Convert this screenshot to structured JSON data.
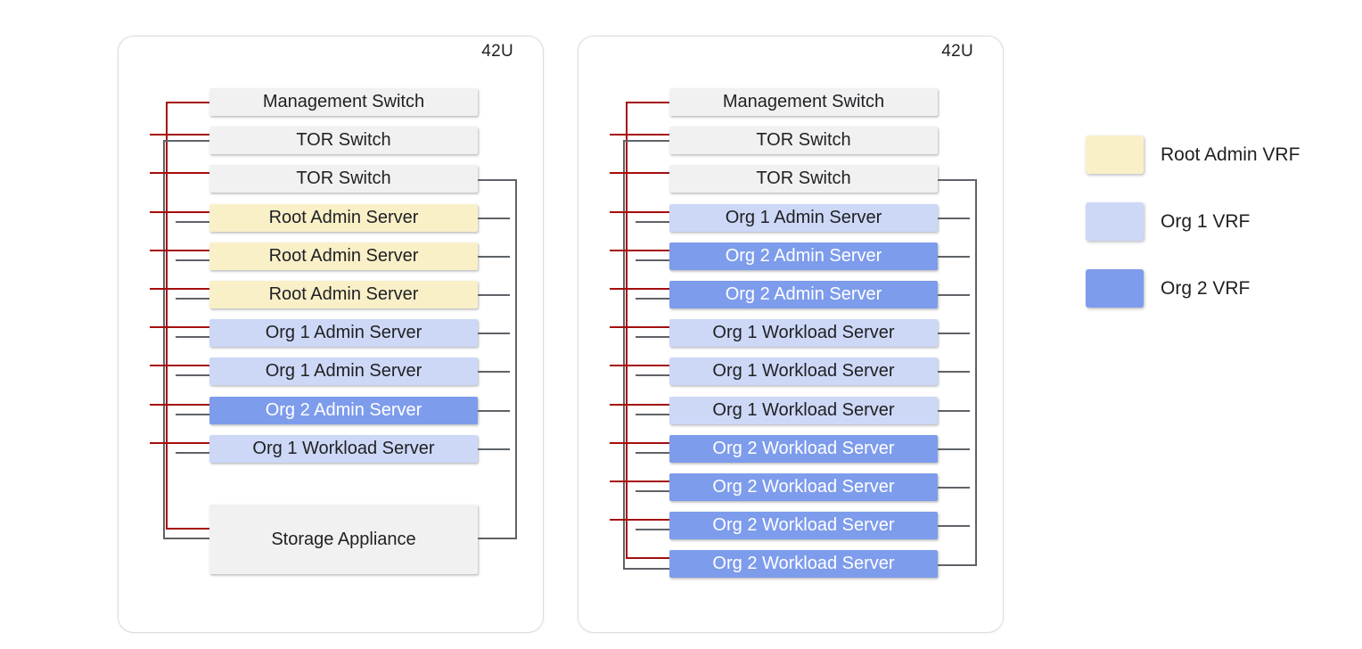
{
  "diagram": {
    "racks": [
      {
        "title": "42U",
        "rows": [
          {
            "label": "Management Switch",
            "color": "gray",
            "role": "mgmt"
          },
          {
            "label": "TOR Switch",
            "color": "gray",
            "role": "tor-a"
          },
          {
            "label": "TOR Switch",
            "color": "gray",
            "role": "tor-b"
          },
          {
            "label": "Root Admin Server",
            "color": "root",
            "role": "server"
          },
          {
            "label": "Root Admin Server",
            "color": "root",
            "role": "server"
          },
          {
            "label": "Root Admin Server",
            "color": "root",
            "role": "server"
          },
          {
            "label": "Org 1 Admin Server",
            "color": "org1",
            "role": "server"
          },
          {
            "label": "Org 1 Admin Server",
            "color": "org1",
            "role": "server"
          },
          {
            "label": "Org 2 Admin Server",
            "color": "org2",
            "role": "server"
          },
          {
            "label": "Org 1 Workload Server",
            "color": "org1",
            "role": "server"
          },
          {
            "label": "Storage Appliance",
            "color": "gray",
            "role": "end",
            "tall": true
          }
        ]
      },
      {
        "title": "42U",
        "rows": [
          {
            "label": "Management Switch",
            "color": "gray",
            "role": "mgmt"
          },
          {
            "label": "TOR Switch",
            "color": "gray",
            "role": "tor-a"
          },
          {
            "label": "TOR Switch",
            "color": "gray",
            "role": "tor-b"
          },
          {
            "label": "Org 1 Admin Server",
            "color": "org1",
            "role": "server"
          },
          {
            "label": "Org 2 Admin Server",
            "color": "org2",
            "role": "server"
          },
          {
            "label": "Org 2 Admin Server",
            "color": "org2",
            "role": "server"
          },
          {
            "label": "Org 1 Workload Server",
            "color": "org1",
            "role": "server"
          },
          {
            "label": "Org 1 Workload Server",
            "color": "org1",
            "role": "server"
          },
          {
            "label": "Org 1 Workload Server",
            "color": "org1",
            "role": "server"
          },
          {
            "label": "Org 2 Workload Server",
            "color": "org2",
            "role": "server"
          },
          {
            "label": "Org 2 Workload Server",
            "color": "org2",
            "role": "server"
          },
          {
            "label": "Org 2 Workload Server",
            "color": "org2",
            "role": "server"
          },
          {
            "label": "Org 2 Workload Server",
            "color": "org2",
            "role": "end"
          }
        ]
      }
    ],
    "legend": [
      {
        "label": "Root Admin VRF",
        "color": "root"
      },
      {
        "label": "Org 1 VRF",
        "color": "org1"
      },
      {
        "label": "Org 2 VRF",
        "color": "org2"
      }
    ],
    "colors": {
      "gray": "#f1f1f1",
      "root": "#faf0c8",
      "org1": "#cdd8f7",
      "org2": "#7e9cec",
      "mgmt_line": "#a50e0e",
      "data_line": "#5f6368"
    }
  }
}
